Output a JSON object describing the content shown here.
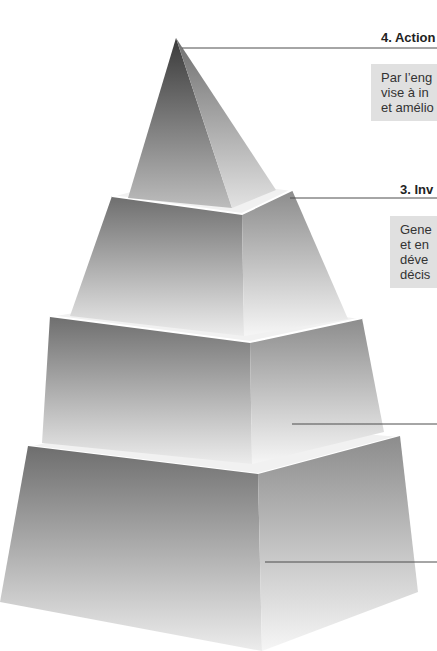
{
  "diagram": {
    "nodes": [
      {
        "text": [
          "4. Action",
          "Par l’eng vise à in et amélio"
        ]
      },
      {
        "text": [
          "3. Inv",
          "Gene et en déve décis"
        ]
      }
    ]
  }
}
